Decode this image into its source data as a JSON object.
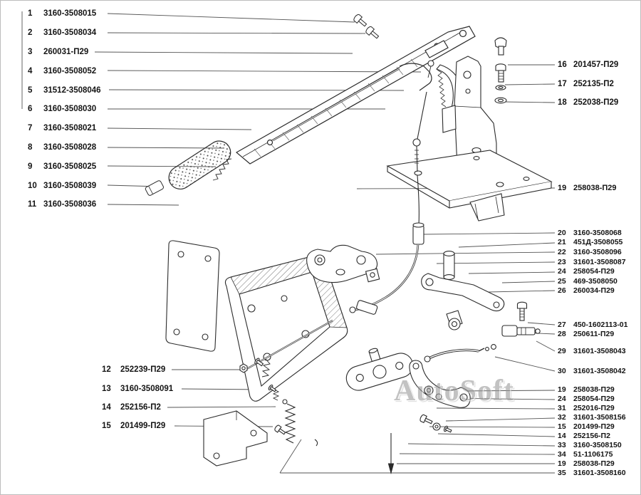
{
  "watermark": "AutoSoft",
  "groups": {
    "left_top": [
      {
        "num": "1",
        "part": "3160-3508015"
      },
      {
        "num": "2",
        "part": "3160-3508034"
      },
      {
        "num": "3",
        "part": "260031-П29"
      },
      {
        "num": "4",
        "part": "3160-3508052"
      },
      {
        "num": "5",
        "part": "31512-3508046"
      },
      {
        "num": "6",
        "part": "3160-3508030"
      },
      {
        "num": "7",
        "part": "3160-3508021"
      },
      {
        "num": "8",
        "part": "3160-3508028"
      },
      {
        "num": "9",
        "part": "3160-3508025"
      },
      {
        "num": "10",
        "part": "3160-3508039"
      },
      {
        "num": "11",
        "part": "3160-3508036"
      }
    ],
    "left_lower": [
      {
        "num": "12",
        "part": "252239-П29"
      },
      {
        "num": "13",
        "part": "3160-3508091"
      },
      {
        "num": "14",
        "part": "252156-П2"
      },
      {
        "num": "15",
        "part": "201499-П29"
      }
    ],
    "right_top": [
      {
        "num": "16",
        "part": "201457-П29"
      },
      {
        "num": "17",
        "part": "252135-П2"
      },
      {
        "num": "18",
        "part": "252038-П29"
      }
    ],
    "right_19": [
      {
        "num": "19",
        "part": "258038-П29"
      }
    ],
    "right_mid": [
      {
        "num": "20",
        "part": "3160-3508068"
      },
      {
        "num": "21",
        "part": "451Д-3508055"
      },
      {
        "num": "22",
        "part": "3160-3508096"
      },
      {
        "num": "23",
        "part": "31601-3508087"
      },
      {
        "num": "24",
        "part": "258054-П29"
      },
      {
        "num": "25",
        "part": "469-3508050"
      },
      {
        "num": "26",
        "part": "260034-П29"
      }
    ],
    "right_27": [
      {
        "num": "27",
        "part": "450-1602113-01"
      },
      {
        "num": "28",
        "part": "250611-П29"
      }
    ],
    "right_29": [
      {
        "num": "29",
        "part": "31601-3508043"
      }
    ],
    "right_30": [
      {
        "num": "30",
        "part": "31601-3508042"
      }
    ],
    "right_bottom": [
      {
        "num": "19",
        "part": "258038-П29"
      },
      {
        "num": "24",
        "part": "258054-П29"
      },
      {
        "num": "31",
        "part": "252016-П29"
      },
      {
        "num": "32",
        "part": "31601-3508156"
      },
      {
        "num": "15",
        "part": "201499-П29"
      },
      {
        "num": "14",
        "part": "252156-П2"
      },
      {
        "num": "33",
        "part": "3160-3508150"
      },
      {
        "num": "34",
        "part": "51-1106175"
      },
      {
        "num": "19",
        "part": "258038-П29"
      },
      {
        "num": "35",
        "part": "31601-3508160"
      }
    ]
  }
}
